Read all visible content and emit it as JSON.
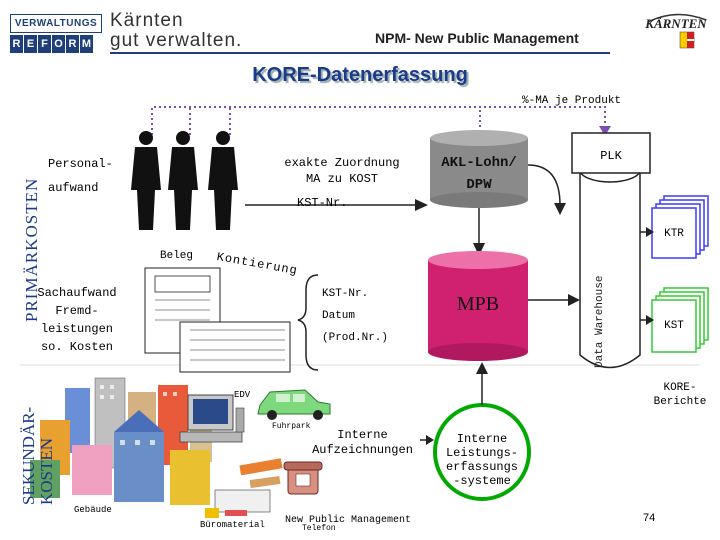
{
  "header": {
    "logo_top": "VERWALTUNGS",
    "logo_letters": [
      "R",
      "E",
      "F",
      "O",
      "R",
      "M"
    ],
    "tagline_line1": "Kärnten",
    "tagline_line2": "gut verwalten.",
    "subtitle": "NPM- New Public Management",
    "brand_logo": "KÄRNTEN"
  },
  "title": "KORE-Datenerfassung",
  "side_labels": {
    "primaer": "PRIMÄRKOSTEN",
    "sekundaer_line1": "SEKUNDÄR-",
    "sekundaer_line2": "KOSTEN"
  },
  "labels": {
    "ma_je_produkt": "%-MA je Produkt",
    "personal_line1": "Personal-",
    "personal_line2": "aufwand",
    "zuordnung_line1": "exakte Zuordnung",
    "zuordnung_line2": "MA zu KOST",
    "kst_nr_top": "KST-Nr.",
    "akl_line1": "AKL-Lohn/",
    "akl_line2": "DPW",
    "plk": "PLK",
    "beleg": "Beleg",
    "kontierung": "Kontierung",
    "sach_line1": "Sachaufwand",
    "sach_line2": "Fremd-",
    "sach_line3": "leistungen",
    "sach_line4": "so. Kosten",
    "kst_nr_mid": "KST-Nr.",
    "datum": "Datum",
    "prod_nr": "(Prod.Nr.)",
    "mpb": "MPB",
    "data_warehouse": "Data Warehouse",
    "ktr": "KTR",
    "kst_doc": "KST",
    "kore_line1": "KORE-",
    "kore_line2": "Berichte",
    "edv": "EDV",
    "fuhrpark": "Fuhrpark",
    "interne_aufz_line1": "Interne",
    "interne_aufz_line2": "Aufzeichnungen",
    "ils_line1": "Interne",
    "ils_line2": "Leistungs-",
    "ils_line3": "erfassungs",
    "ils_line4": "-systeme",
    "gebaeude": "Gebäude",
    "bueromaterial": "Büromaterial",
    "telefon": "Telefon",
    "footer": "New Public Management",
    "page_number": "74"
  },
  "colors": {
    "accent_blue": "#1a3a8a",
    "dotted_purple": "#7a4fb0",
    "cylinder_pink": "#d02070",
    "cylinder_gray": "#888888",
    "ils_green": "#00aa00",
    "doc_blue": "#3a3aff",
    "doc_green": "#33cc33"
  }
}
